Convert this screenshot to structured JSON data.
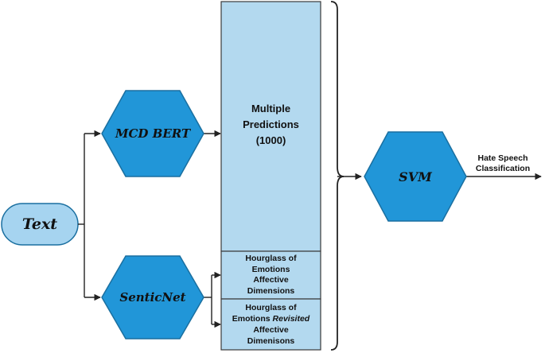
{
  "nodes": {
    "text": "Text",
    "mcd_bert": "MCD BERT",
    "senticnet": "SenticNet",
    "svm": "SVM"
  },
  "columns": {
    "multiple_predictions": [
      "Multiple",
      "Predictions",
      "(1000)"
    ],
    "hourglass": [
      "Hourglass of",
      "Emotions",
      "Affective",
      "Dimensions"
    ],
    "hourglass_revisited": {
      "line1": "Hourglass of",
      "line2_prefix": "Emotions ",
      "line2_italic": "Revisited",
      "line3": "Affective",
      "line4": "Dimenisons"
    }
  },
  "output": [
    "Hate Speech",
    "Classification"
  ],
  "colors": {
    "hexagon_fill": "#2196d8",
    "hexagon_stroke": "#1a6fa0",
    "text_node_fill": "#a6d4f0",
    "box_fill": "#b3d9ef",
    "box_stroke": "#3a3a3a",
    "line": "#222222"
  }
}
